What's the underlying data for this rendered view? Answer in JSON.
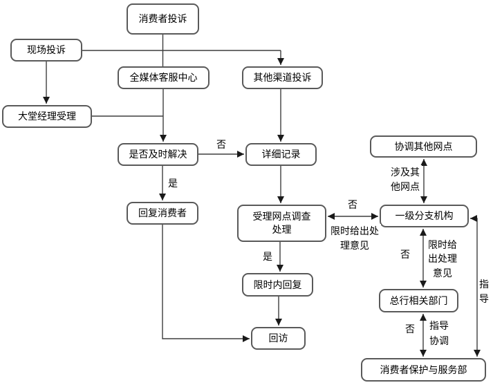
{
  "diagram": {
    "nodes": [
      {
        "id": "consumer-complaint",
        "label": "消费者投诉"
      },
      {
        "id": "onsite-complaint",
        "label": "现场投诉"
      },
      {
        "id": "media-service-center",
        "label": "全媒体客服中心"
      },
      {
        "id": "other-channel-complaint",
        "label": "其他渠道投诉"
      },
      {
        "id": "lobby-manager-accept",
        "label": "大堂经理受理"
      },
      {
        "id": "timely-resolution-decision",
        "label": "是否及时解决"
      },
      {
        "id": "detailed-record",
        "label": "详细记录"
      },
      {
        "id": "reply-consumer",
        "label": "回复消费者"
      },
      {
        "id": "outlet-investigation",
        "label": "受理网点调查处理"
      },
      {
        "id": "reply-within-time-limit",
        "label": "限时内回复"
      },
      {
        "id": "follow-up-visit",
        "label": "回访"
      },
      {
        "id": "coordinate-other-outlets",
        "label": "协调其他网点"
      },
      {
        "id": "first-level-branch",
        "label": "一级分支机构"
      },
      {
        "id": "head-office-departments",
        "label": "总行相关部门"
      },
      {
        "id": "consumer-protection-service-dept",
        "label": "消费者保护与服务部"
      }
    ],
    "edge_labels": [
      {
        "id": "no-timely",
        "text": "否"
      },
      {
        "id": "yes-timely",
        "text": "是"
      },
      {
        "id": "yes-outlet",
        "text": "是"
      },
      {
        "id": "no-outlet-branch",
        "text": "否"
      },
      {
        "id": "opinion-outlet-branch",
        "text": "限时给出处理意见"
      },
      {
        "id": "involve-other-outlets",
        "text": "涉及其他网点"
      },
      {
        "id": "no-branch-headoffice",
        "text": "否"
      },
      {
        "id": "opinion-branch-headoffice",
        "text": "限时给出处理意见"
      },
      {
        "id": "no-headoffice-dept",
        "text": "否"
      },
      {
        "id": "guide-coordinate",
        "text": "指导协调"
      },
      {
        "id": "guide",
        "text": "指导"
      }
    ],
    "colors": {
      "box_border": "#595959",
      "line": "#3d3d3d",
      "text": "#000000",
      "background": "#ffffff"
    }
  }
}
